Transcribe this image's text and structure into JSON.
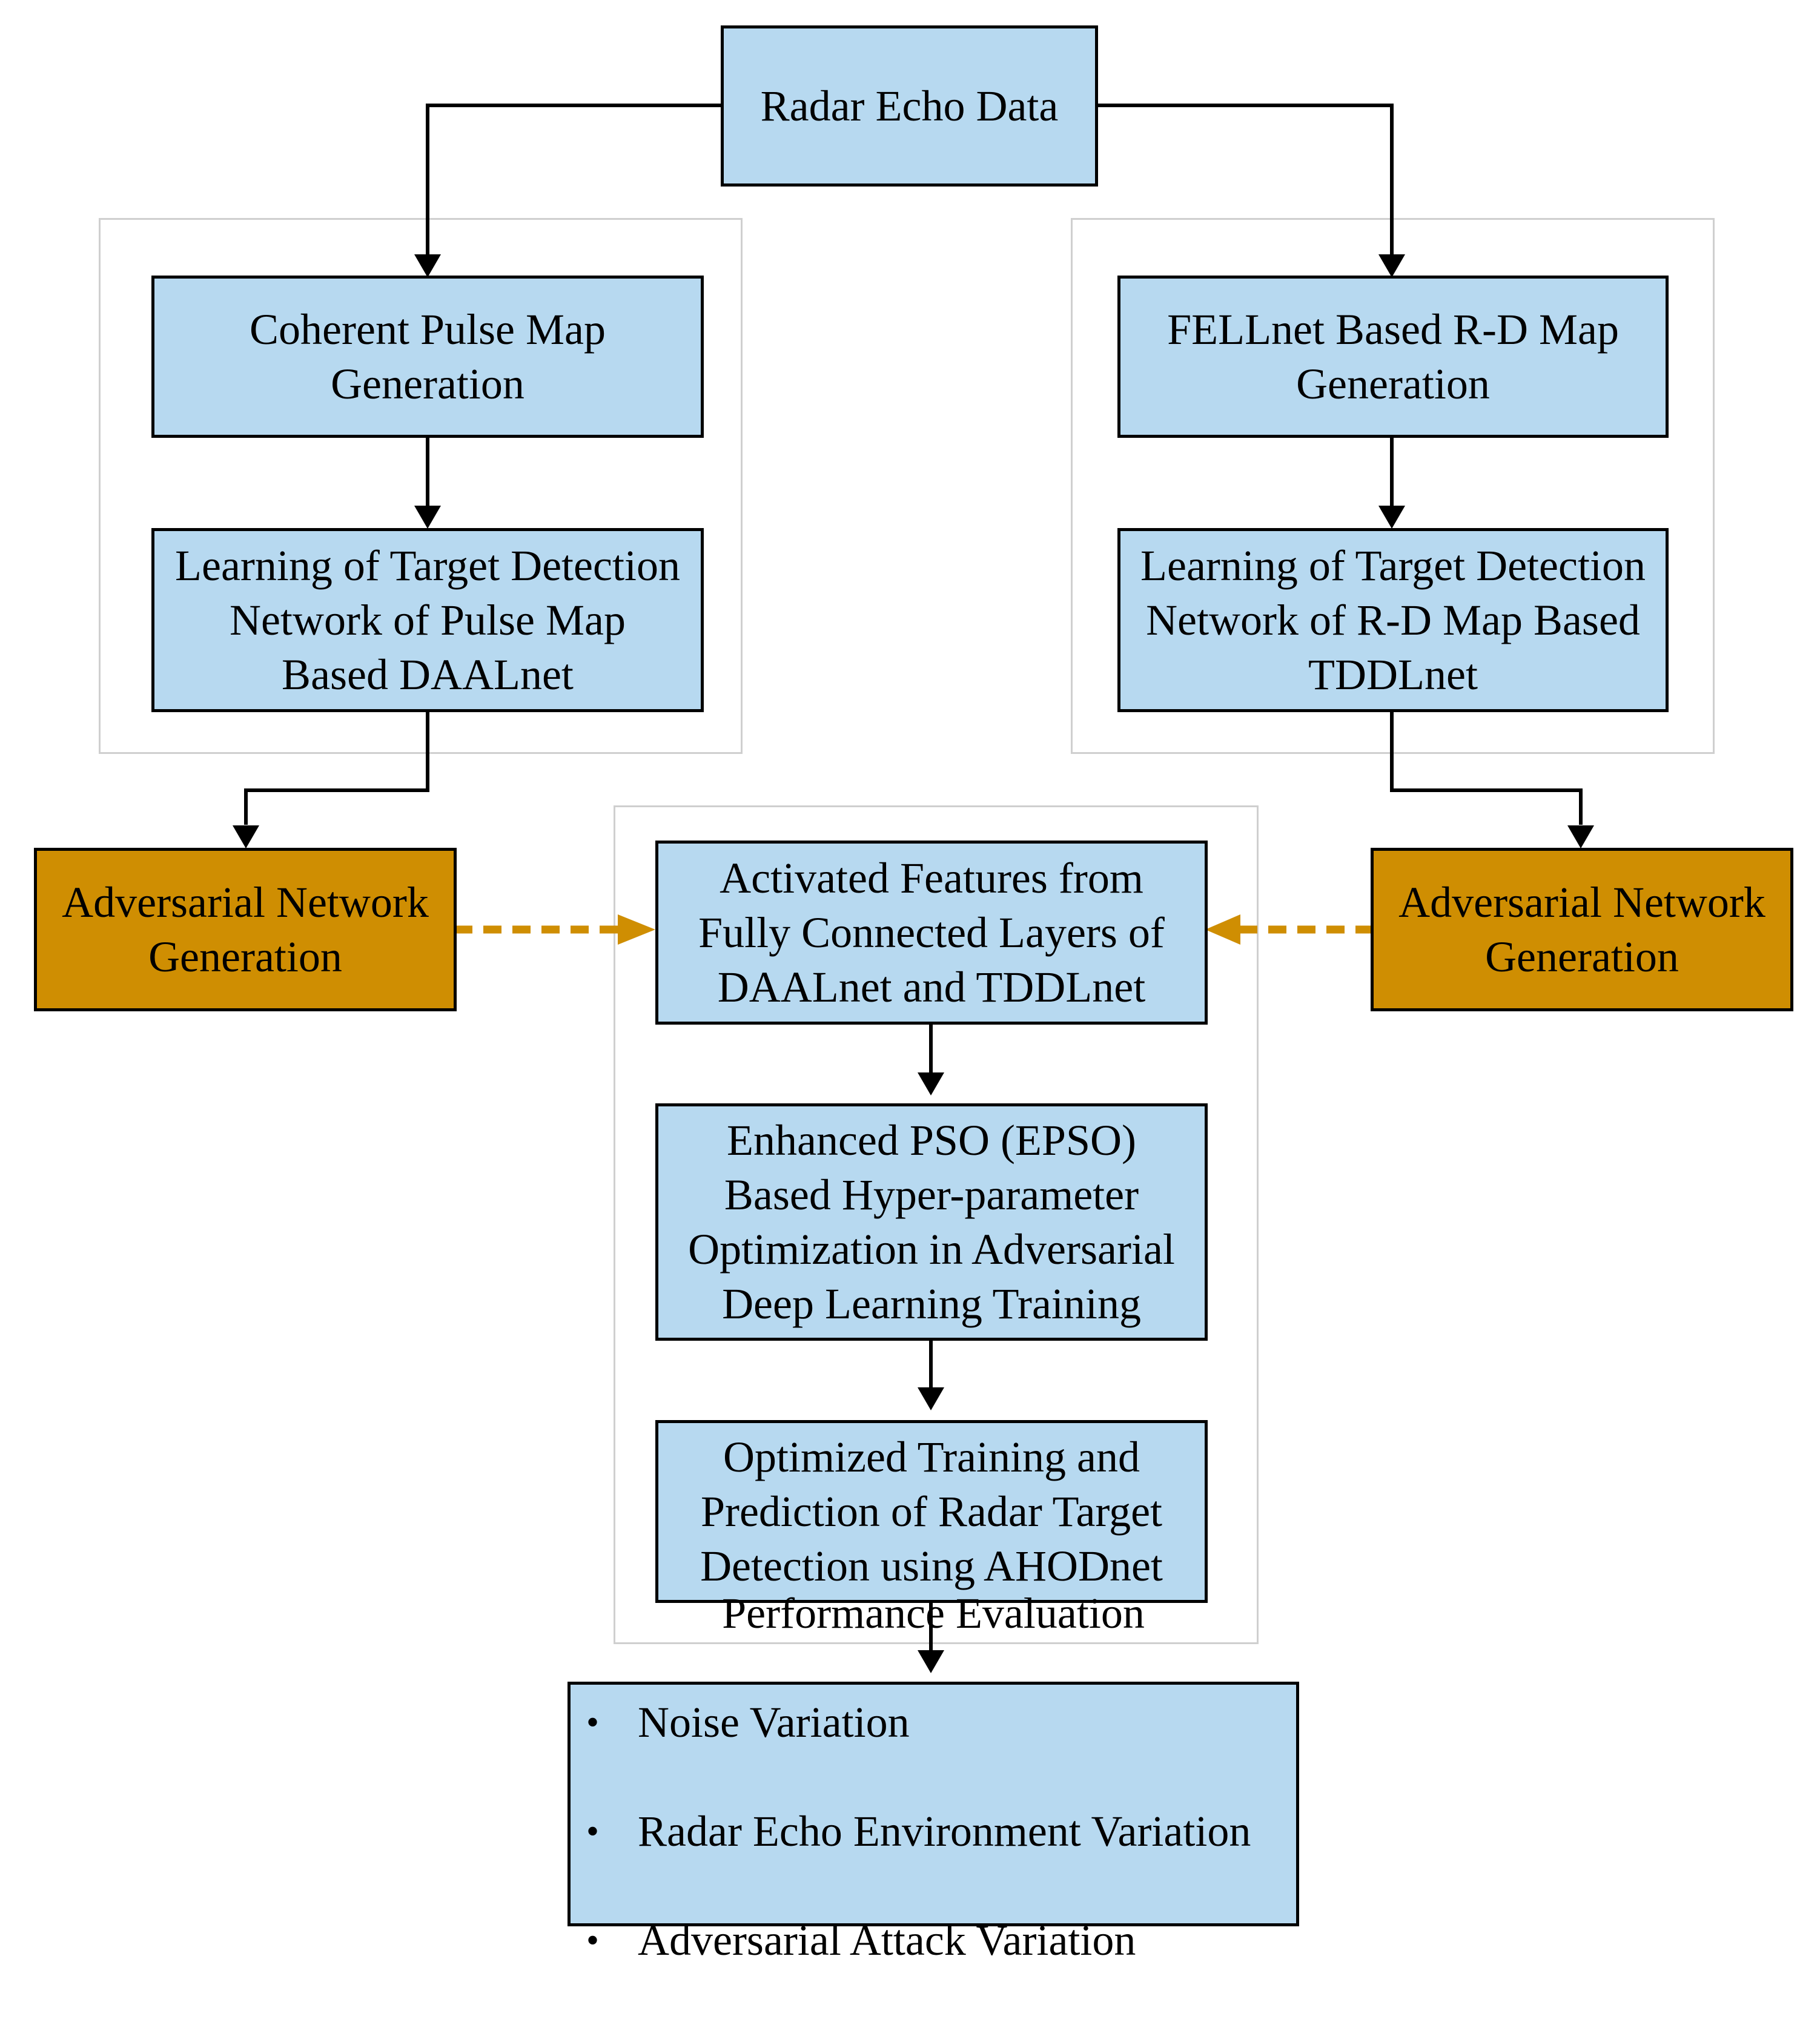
{
  "colors": {
    "process_fill": "#b7d9f0",
    "adversarial_fill": "#cf8e02",
    "border": "#000000",
    "dashed_arrow": "#cf8e02",
    "group_frame": "#cfcfcf"
  },
  "nodes": {
    "radar_echo": "Radar Echo Data",
    "coherent_pulse": "Coherent Pulse Map\nGeneration",
    "learning_pulse": "Learning of Target Detection\nNetwork of Pulse Map\nBased DAALnet",
    "fellnet_rd": "FELLnet Based R-D Map\nGeneration",
    "learning_rd": "Learning of Target Detection\nNetwork of R-D Map Based\nTDDLnet",
    "adversarial_left": "Adversarial Network\nGeneration",
    "adversarial_right": "Adversarial Network\nGeneration",
    "activated_features": "Activated Features from\nFully Connected Layers of\nDAALnet and TDDLnet",
    "epso": "Enhanced PSO (EPSO)\nBased Hyper-parameter\nOptimization in Adversarial\nDeep Learning Training",
    "optimized_training": "Optimized Training and\nPrediction of Radar Target\nDetection using AHODnet",
    "performance": {
      "title": "Performance Evaluation",
      "bullet_glyph": "•",
      "items": [
        "Noise Variation",
        "Radar Echo Environment Variation",
        "Adversarial Attack Variation"
      ]
    }
  }
}
